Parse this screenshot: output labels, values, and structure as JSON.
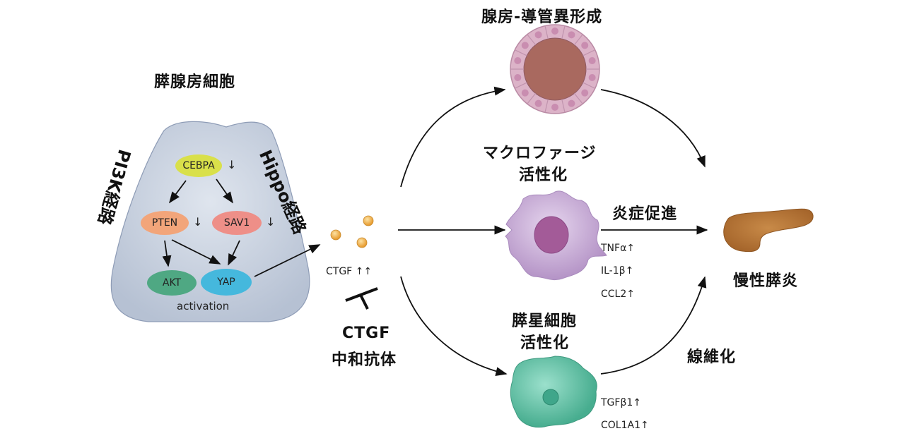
{
  "title": "膵腺房細胞",
  "pathways": {
    "left": "PI3K経路",
    "right": "Hippo経路"
  },
  "nodes": {
    "cebpa": {
      "label": "CEBPA",
      "arrow": "↓",
      "color": "#d9e04a"
    },
    "pten": {
      "label": "PTEN",
      "arrow": "↓",
      "color": "#f2a57a"
    },
    "sav1": {
      "label": "SAV1",
      "arrow": "↓",
      "color": "#ee8f88"
    },
    "akt": {
      "label": "AKT",
      "color": "#4fa883"
    },
    "yap": {
      "label": "YAP",
      "color": "#45b8dd"
    },
    "activation": "activation"
  },
  "ctgf": {
    "label": "CTGF ↑↑",
    "antibody_line1": "CTGF",
    "antibody_line2": "中和抗体"
  },
  "outcomes": {
    "adm": "腺房-導管異形成",
    "macrophage_line1": "マクロファージ",
    "macrophage_line2": "活性化",
    "stellate_line1": "膵星細胞",
    "stellate_line2": "活性化",
    "inflammation": "炎症促進",
    "fibrosis": "線維化",
    "chronic_pancreatitis": "慢性膵炎"
  },
  "markers": {
    "macrophage": [
      "TNFα↑",
      "IL-1β↑",
      "CCL2↑"
    ],
    "stellate": [
      "TGFβ1↑",
      "COL1A1↑"
    ]
  },
  "colors": {
    "cell_body": "#c5cedd",
    "ctgf_dot": "#f0b04a",
    "adm_outer": "#dcb3c8",
    "adm_lumen": "#a9695f",
    "macrophage": "#c5a8d2",
    "macrophage_nucleus": "#a35b98",
    "stellate": "#5fc1a4",
    "pancreas": "#b8783a"
  }
}
